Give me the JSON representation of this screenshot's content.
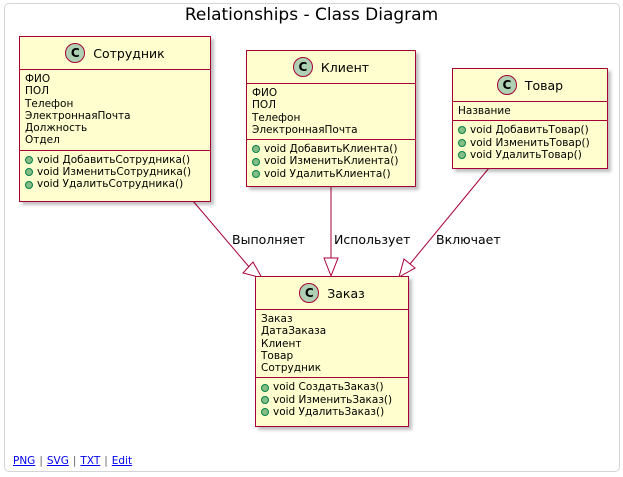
{
  "diagram": {
    "title": "Relationships - Class Diagram",
    "icon_letter": "C",
    "colors": {
      "box_fill": "#fefece",
      "box_border": "#a80036",
      "icon_fill": "#add1b2",
      "edge": "#a80036",
      "public_dot": "#84be84"
    },
    "classes": {
      "employee": {
        "name": "Сотрудник",
        "attributes": [
          "ФИО",
          "ПОЛ",
          "Телефон",
          "ЭлектроннаяПочта",
          "Должность",
          "Отдел"
        ],
        "methods": [
          "void ДобавитьСотрудника()",
          "void ИзменитьСотрудника()",
          "void УдалитьСотрудника()"
        ]
      },
      "client": {
        "name": "Клиент",
        "attributes": [
          "ФИО",
          "ПОЛ",
          "Телефон",
          "ЭлектроннаяПочта"
        ],
        "methods": [
          "void ДобавитьКлиента()",
          "void ИзменитьКлиента()",
          "void УдалитьКлиента()"
        ]
      },
      "product": {
        "name": "Товар",
        "attributes": [
          "Название"
        ],
        "methods": [
          "void ДобавитьТовар()",
          "void ИзменитьТовар()",
          "void УдалитьТовар()"
        ]
      },
      "order": {
        "name": "Заказ",
        "attributes": [
          "Заказ",
          "ДатаЗаказа",
          "Клиент",
          "Товар",
          "Сотрудник"
        ],
        "methods": [
          "void СоздатьЗаказ()",
          "void ИзменитьЗаказ()",
          "void УдалитьЗаказ()"
        ]
      }
    },
    "relations": [
      {
        "from": "employee",
        "to": "order",
        "label": "Выполняет"
      },
      {
        "from": "client",
        "to": "order",
        "label": "Использует"
      },
      {
        "from": "product",
        "to": "order",
        "label": "Включает"
      }
    ]
  },
  "footer": {
    "links": [
      "PNG",
      "SVG",
      "TXT",
      "Edit"
    ],
    "separator": "|"
  }
}
